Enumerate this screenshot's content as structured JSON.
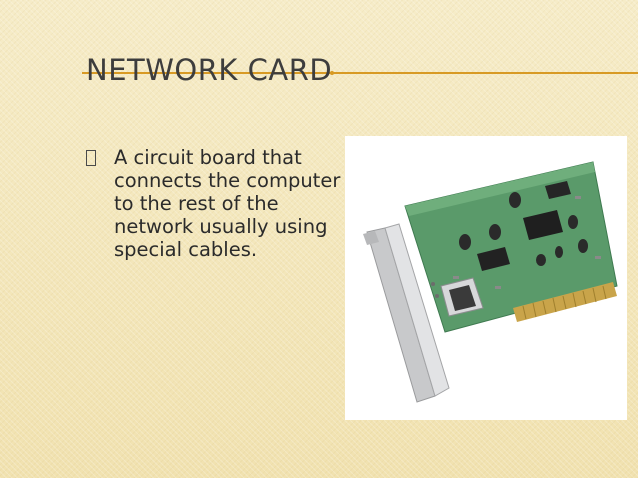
{
  "slide": {
    "title": "NETWORK CARD",
    "bullet_text": "A circuit board that connects the computer to the rest of the network usually using special cables."
  },
  "image": {
    "subject": "network-interface-card"
  },
  "colors": {
    "background": "#f4e8bf",
    "title_text": "#3d3d3d",
    "accent_rule": "#d89a24",
    "body_text": "#2b2b2b",
    "pcb_green": "#5a9a6a"
  }
}
